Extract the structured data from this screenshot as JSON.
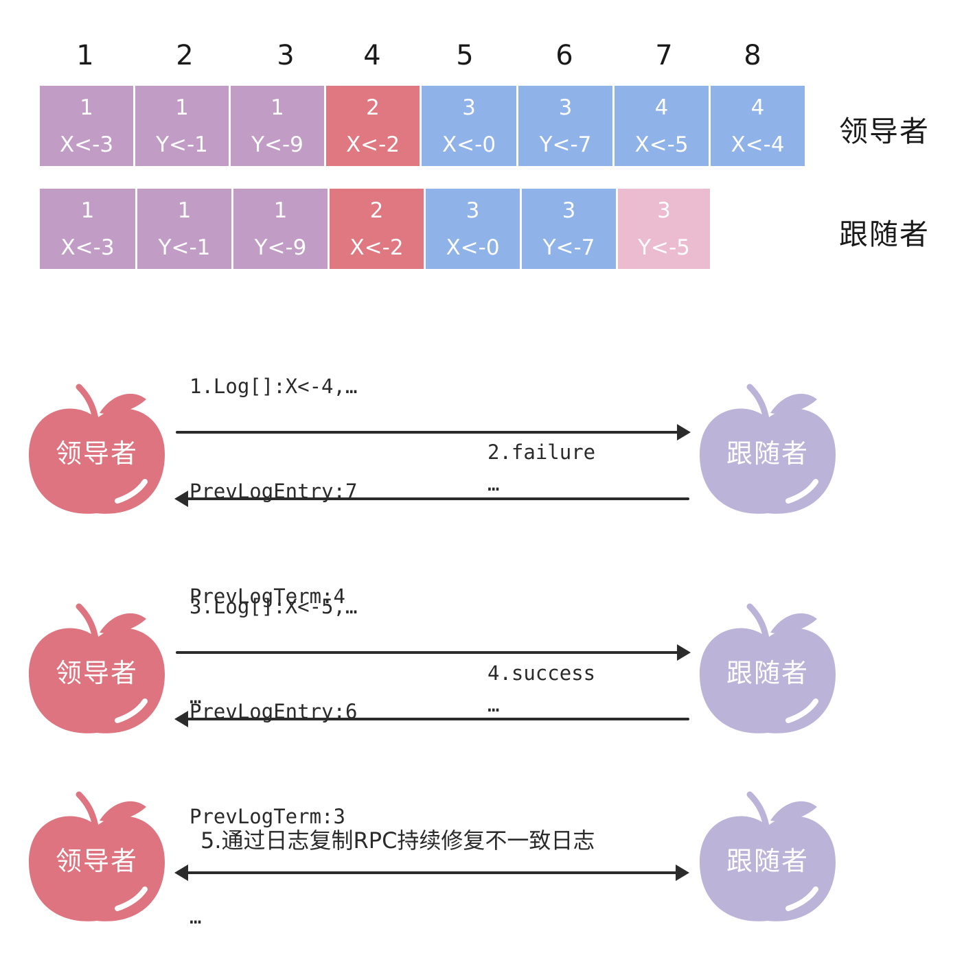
{
  "index_numbers": [
    "1",
    "2",
    "3",
    "4",
    "5",
    "6",
    "7",
    "8"
  ],
  "leader_log": {
    "label": "领导者",
    "entries": [
      {
        "term": "1",
        "cmd": "X<-3",
        "color": "#c19dc6"
      },
      {
        "term": "1",
        "cmd": "Y<-1",
        "color": "#c19dc6"
      },
      {
        "term": "1",
        "cmd": "Y<-9",
        "color": "#c19dc6"
      },
      {
        "term": "2",
        "cmd": "X<-2",
        "color": "#df7880"
      },
      {
        "term": "3",
        "cmd": "X<-0",
        "color": "#8fb2e8"
      },
      {
        "term": "3",
        "cmd": "Y<-7",
        "color": "#8fb2e8"
      },
      {
        "term": "4",
        "cmd": "X<-5",
        "color": "#8fb2e8"
      },
      {
        "term": "4",
        "cmd": "X<-4",
        "color": "#8fb2e8"
      }
    ]
  },
  "follower_log": {
    "label": "跟随者",
    "entries": [
      {
        "term": "1",
        "cmd": "X<-3",
        "color": "#c19dc6"
      },
      {
        "term": "1",
        "cmd": "Y<-1",
        "color": "#c19dc6"
      },
      {
        "term": "1",
        "cmd": "Y<-9",
        "color": "#c19dc6"
      },
      {
        "term": "2",
        "cmd": "X<-2",
        "color": "#df7880"
      },
      {
        "term": "3",
        "cmd": "X<-0",
        "color": "#8fb2e8"
      },
      {
        "term": "3",
        "cmd": "Y<-7",
        "color": "#8fb2e8"
      },
      {
        "term": "3",
        "cmd": "Y<-5",
        "color": "#ebbcd0"
      }
    ]
  },
  "leader_node_label": "领导者",
  "follower_node_label": "跟随者",
  "colors": {
    "leader_apple": "#de7480",
    "follower_apple": "#bcb3d8",
    "arrow": "#2b2b2b"
  },
  "exchanges": [
    {
      "request_lines": [
        "1.Log[]:X<-4,…",
        "PrevLogEntry:7",
        "PrevLogTerm:4",
        "…"
      ],
      "response_lines": [
        "2.failure",
        "…"
      ]
    },
    {
      "request_lines": [
        "3.Log[]:X<-5,…",
        "PrevLogEntry:6",
        "PrevLogTerm:3",
        "…"
      ],
      "response_lines": [
        "4.success",
        "…"
      ]
    }
  ],
  "final_message": "5.通过日志复制RPC持续修复不一致日志"
}
